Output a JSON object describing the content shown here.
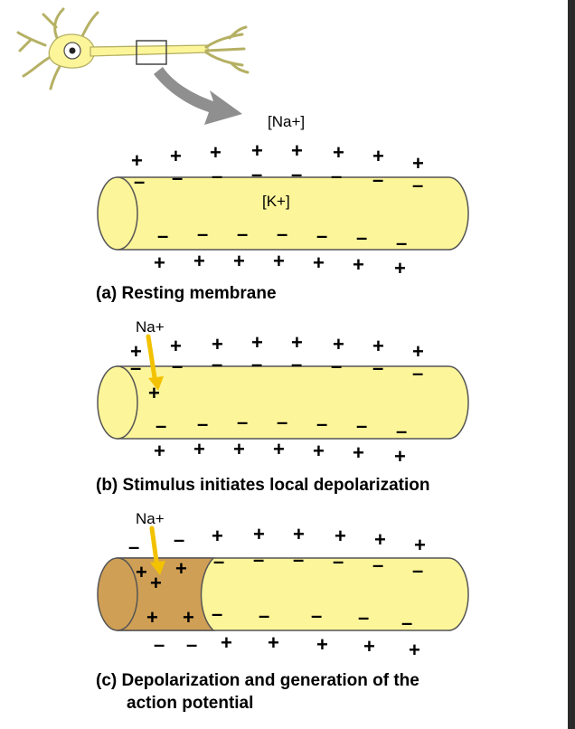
{
  "ions": {
    "sodium_outside": "[Na+]",
    "potassium_inside": "[K+]",
    "na_b": "Na+",
    "na_c": "Na+"
  },
  "symbols": {
    "plus": "+",
    "minus": "–"
  },
  "captions": {
    "a": "(a) Resting membrane",
    "b": "(b) Stimulus initiates local depolarization",
    "c_line1": "(c) Depolarization and generation of the",
    "c_line2": "action potential"
  },
  "colors": {
    "membrane_fill": "#fdf59a",
    "depolarized_fill": "#cf9f55",
    "stroke": "#555555",
    "arrow": "#f2c200",
    "pointer": "#8f8f8f",
    "frame": "#2b2b2b"
  },
  "icons": {
    "neuron": "neuron-icon",
    "arrow": "curved-arrow-icon"
  }
}
